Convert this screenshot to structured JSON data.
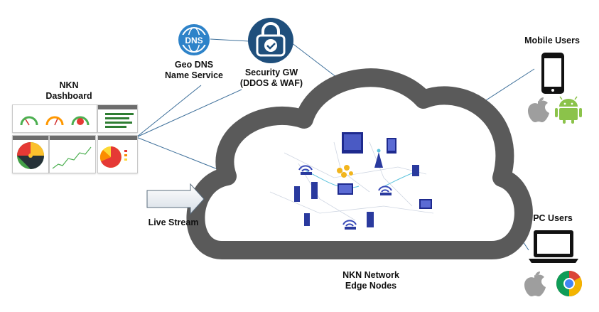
{
  "labels": {
    "dashboard_title": [
      "NKN",
      "Dashboard"
    ],
    "geo_dns": [
      "Geo DNS",
      "Name Service"
    ],
    "security_gw": [
      "Security GW",
      "(DDOS & WAF)"
    ],
    "mobile_users": "Mobile Users",
    "pc_users": "PC Users",
    "live_stream": "Live Stream",
    "network": [
      "NKN Network",
      "Edge Nodes"
    ]
  },
  "dns_icon_text": "DNS",
  "icons": {
    "dns": "globe-dns-icon",
    "security": "padlock-check-icon",
    "phone": "smartphone-icon",
    "laptop": "laptop-icon",
    "apple": "apple-icon",
    "android": "android-icon",
    "chrome": "chrome-icon"
  },
  "colors": {
    "cloud": "#5a5a5a",
    "connector": "#3d6f9a",
    "dns_blue": "#2e83c9",
    "security_navy": "#1f4f7c",
    "android_green": "#8bc34a",
    "apple_gray": "#9e9e9e"
  }
}
